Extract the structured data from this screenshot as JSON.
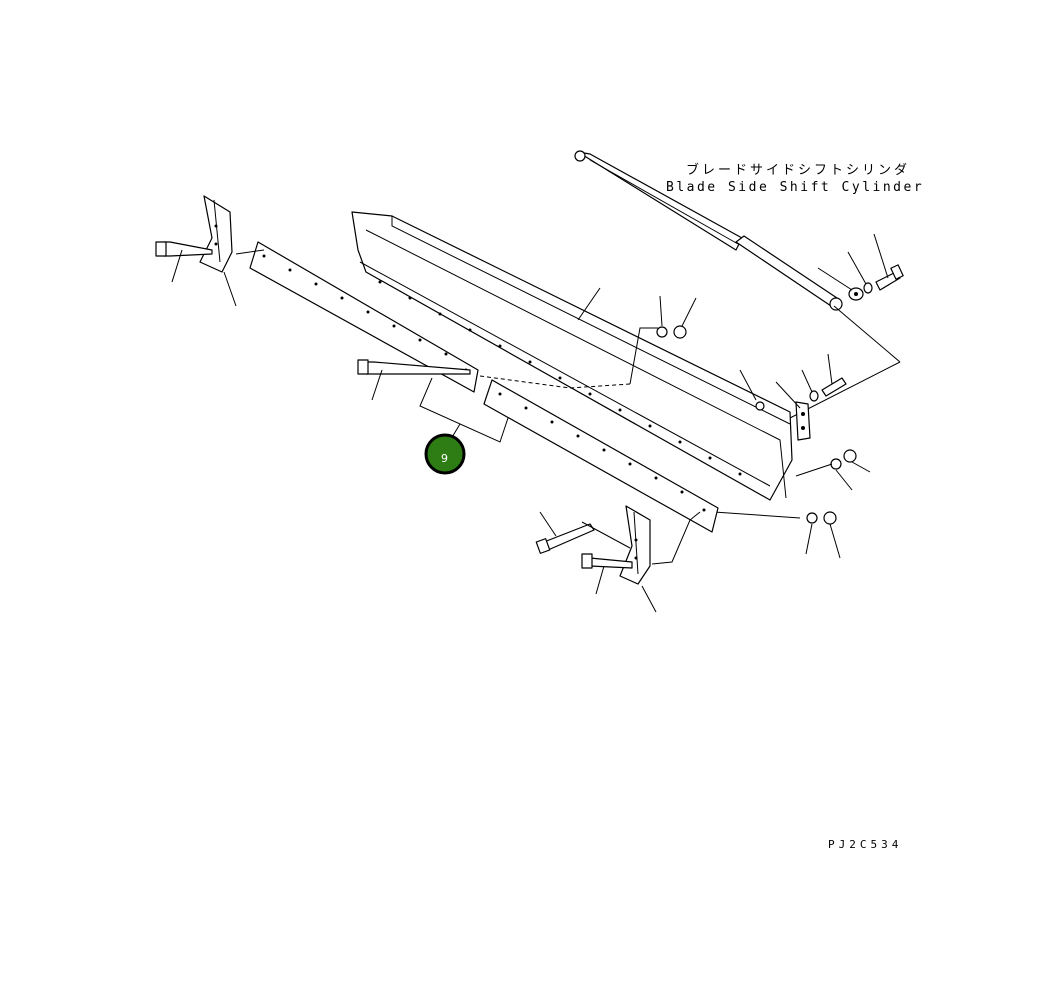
{
  "diagram": {
    "label_jp": "ブレードサイドシフトシリンダ",
    "label_en": "Blade Side Shift Cylinder",
    "drawing_code": "PJ2C534",
    "callout": {
      "number": "9",
      "color": "#2e7d14"
    }
  }
}
